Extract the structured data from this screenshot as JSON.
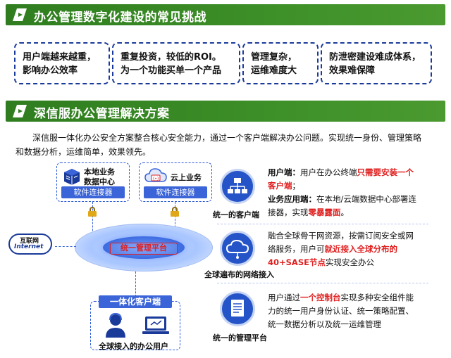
{
  "section1": {
    "title": "办公管理数字化建设的常见挑战"
  },
  "challenges": [
    {
      "line1": "用户端越来越重，",
      "line2": "影响办公效率"
    },
    {
      "line1": "重复投资，较低的ROI。",
      "line2": "为一个功能买单一个产品"
    },
    {
      "line1": "管理复杂，",
      "line2": "运维难度大"
    },
    {
      "line1": "防泄密建设难成体系，",
      "line2": "效果难保障"
    }
  ],
  "section2": {
    "title": "深信服办公管理解决方案"
  },
  "intro": "深信服一体化办公安全方案整合核心安全能力，通过一个客户端解决办公问题。实现统一身份、管理策略和数据分析，运维简单，效果领先。",
  "diagram": {
    "dc_label1": "本地业务",
    "dc_label2": "数据中心",
    "cloud_label": "云上业务",
    "connector": "软件连接器",
    "internet_cn": "互联网",
    "internet_en": "Internet",
    "platform": "统一管理平台",
    "client": "一体化客户端",
    "users": "全球接入的办公用户"
  },
  "features": [
    {
      "caption": "统一的客户端",
      "icon": "network-tree-icon",
      "p1_label": "用户端：",
      "p1_text": "用户在办公终端",
      "p1_red": "只需要安装一个客户端",
      "p1_end": "；",
      "p2_label": "业务应用端：",
      "p2_text": "在本地/云端数据中心部署连接器，实现",
      "p2_red": "零暴露面",
      "p2_end": "。"
    },
    {
      "caption": "全球遍布的网络接入",
      "icon": "cloud-network-icon",
      "text1": "融合全球骨干网资源，按需订阅安全或网络服务，用户可",
      "red": "就近接入全球分布的40+SASE节点",
      "text2": "实现安全办公"
    },
    {
      "caption": "统一的管理平台",
      "icon": "document-icon",
      "text1": "用户通过",
      "red": "一个控制台",
      "text2": "实现多种安全组件能力的统一用户身份认证、统一策略配置、统一数据分析以及统一运维管理"
    }
  ]
}
